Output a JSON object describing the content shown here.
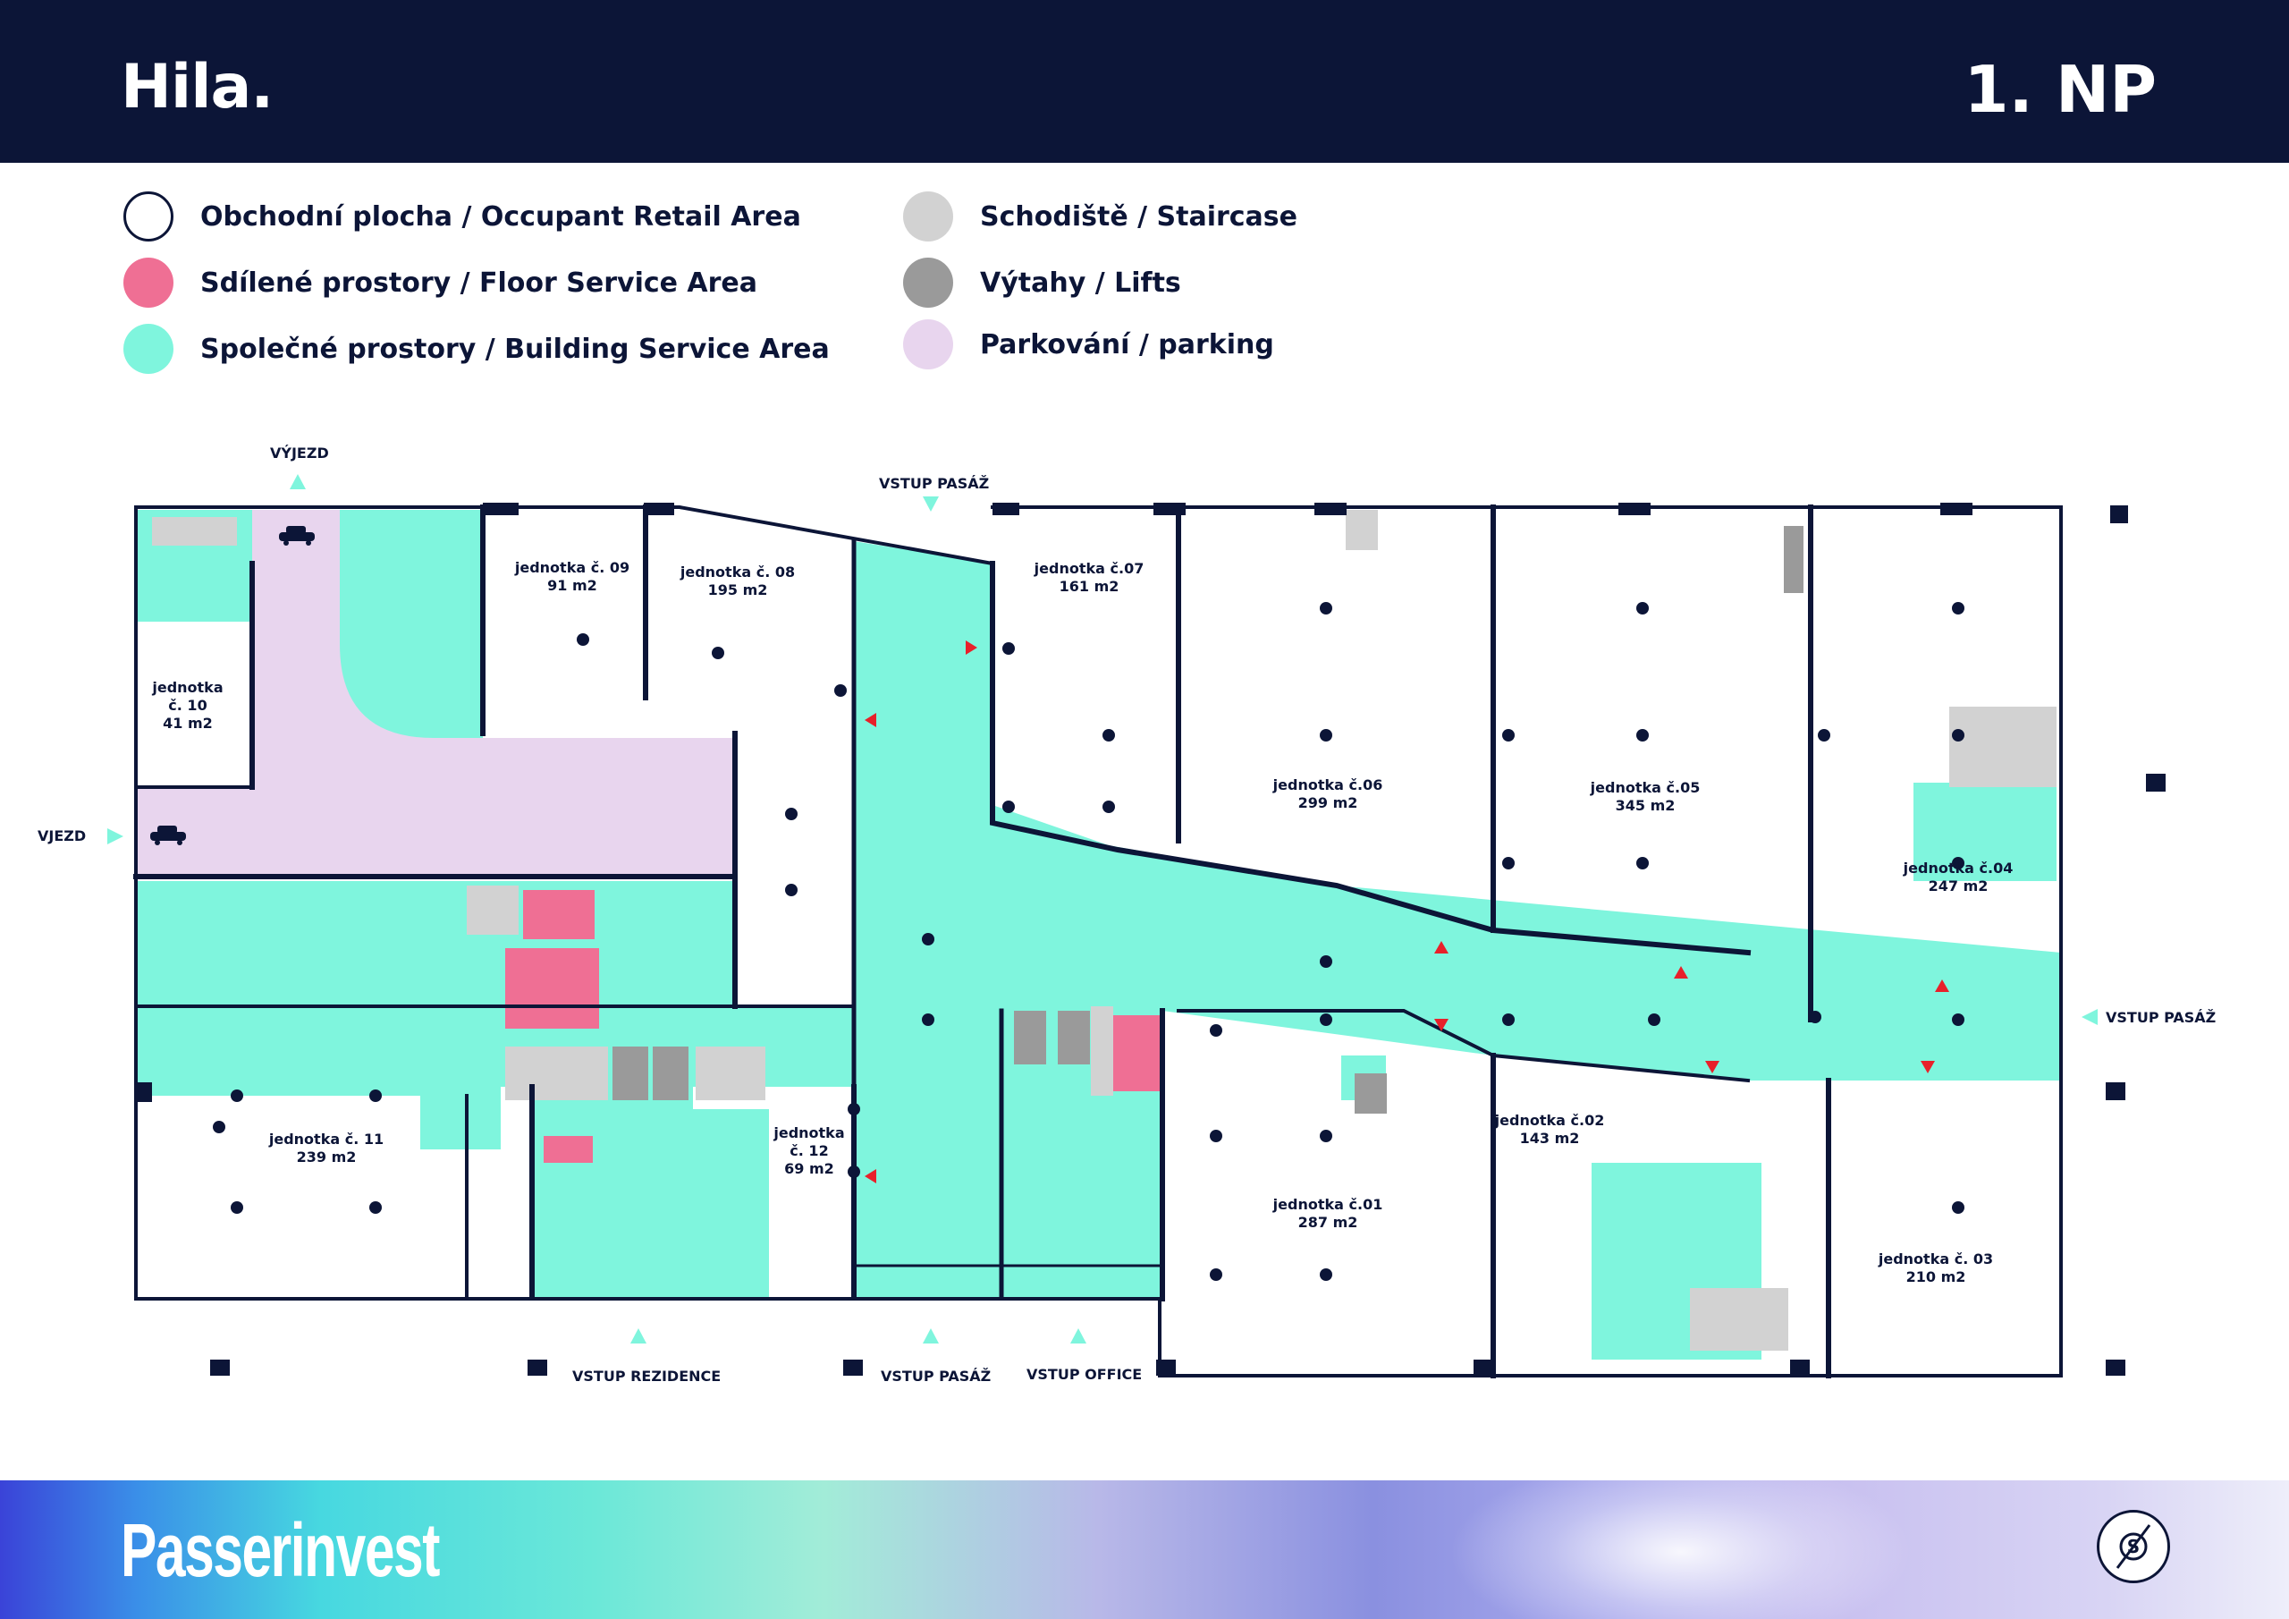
{
  "header": {
    "brand": "Hila.",
    "floor": "1. NP"
  },
  "colors": {
    "navy": "#0c1537",
    "retail": "#ffffff",
    "floor_service": "#ef6f94",
    "building_service": "#7ff5dd",
    "staircase": "#d2d2d2",
    "lifts": "#9a9a9a",
    "parking": "#e8d5ee",
    "arrow_red": "#e8202a"
  },
  "legend": [
    {
      "key": "retail",
      "label": "Obchodní plocha / Occupant Retail Area"
    },
    {
      "key": "floor_service",
      "label": "Sdílené prostory / Floor Service Area"
    },
    {
      "key": "building_service",
      "label": "Společné prostory / Building Service Area"
    },
    {
      "key": "staircase",
      "label": "Schodiště / Staircase"
    },
    {
      "key": "lifts",
      "label": "Výtahy / Lifts"
    },
    {
      "key": "parking",
      "label": "Parkování / parking"
    }
  ],
  "units": [
    {
      "lines": [
        "jednotka č. 09",
        "91 m2"
      ]
    },
    {
      "lines": [
        "jednotka č. 08",
        "195 m2"
      ]
    },
    {
      "lines": [
        "jednotka č.07",
        "161 m2"
      ]
    },
    {
      "lines": [
        "jednotka č.06",
        "299 m2"
      ]
    },
    {
      "lines": [
        "jednotka č.05",
        "345 m2"
      ]
    },
    {
      "lines": [
        "jednotka č.04",
        "247 m2"
      ]
    },
    {
      "lines": [
        "jednotka",
        "č. 10",
        "41 m2"
      ]
    },
    {
      "lines": [
        "jednotka č. 11",
        "239 m2"
      ]
    },
    {
      "lines": [
        "jednotka",
        "č. 12",
        "69 m2"
      ]
    },
    {
      "lines": [
        "jednotka č.02",
        "143 m2"
      ]
    },
    {
      "lines": [
        "jednotka č.01",
        "287 m2"
      ]
    },
    {
      "lines": [
        "jednotka č. 03",
        "210 m2"
      ]
    }
  ],
  "entrances": {
    "vyjezd": "VÝJEZD",
    "vjezd": "VJEZD",
    "pasaz_top": "VSTUP PASÁŽ",
    "pasaz_right": "VSTUP PASÁŽ",
    "rezidence": "VSTUP REZIDENCE",
    "pasaz_bottom": "VSTUP PASÁŽ",
    "office": "VSTUP OFFICE"
  },
  "footer": {
    "logo": "Passerinvest",
    "compass_icon": "compass-icon"
  }
}
